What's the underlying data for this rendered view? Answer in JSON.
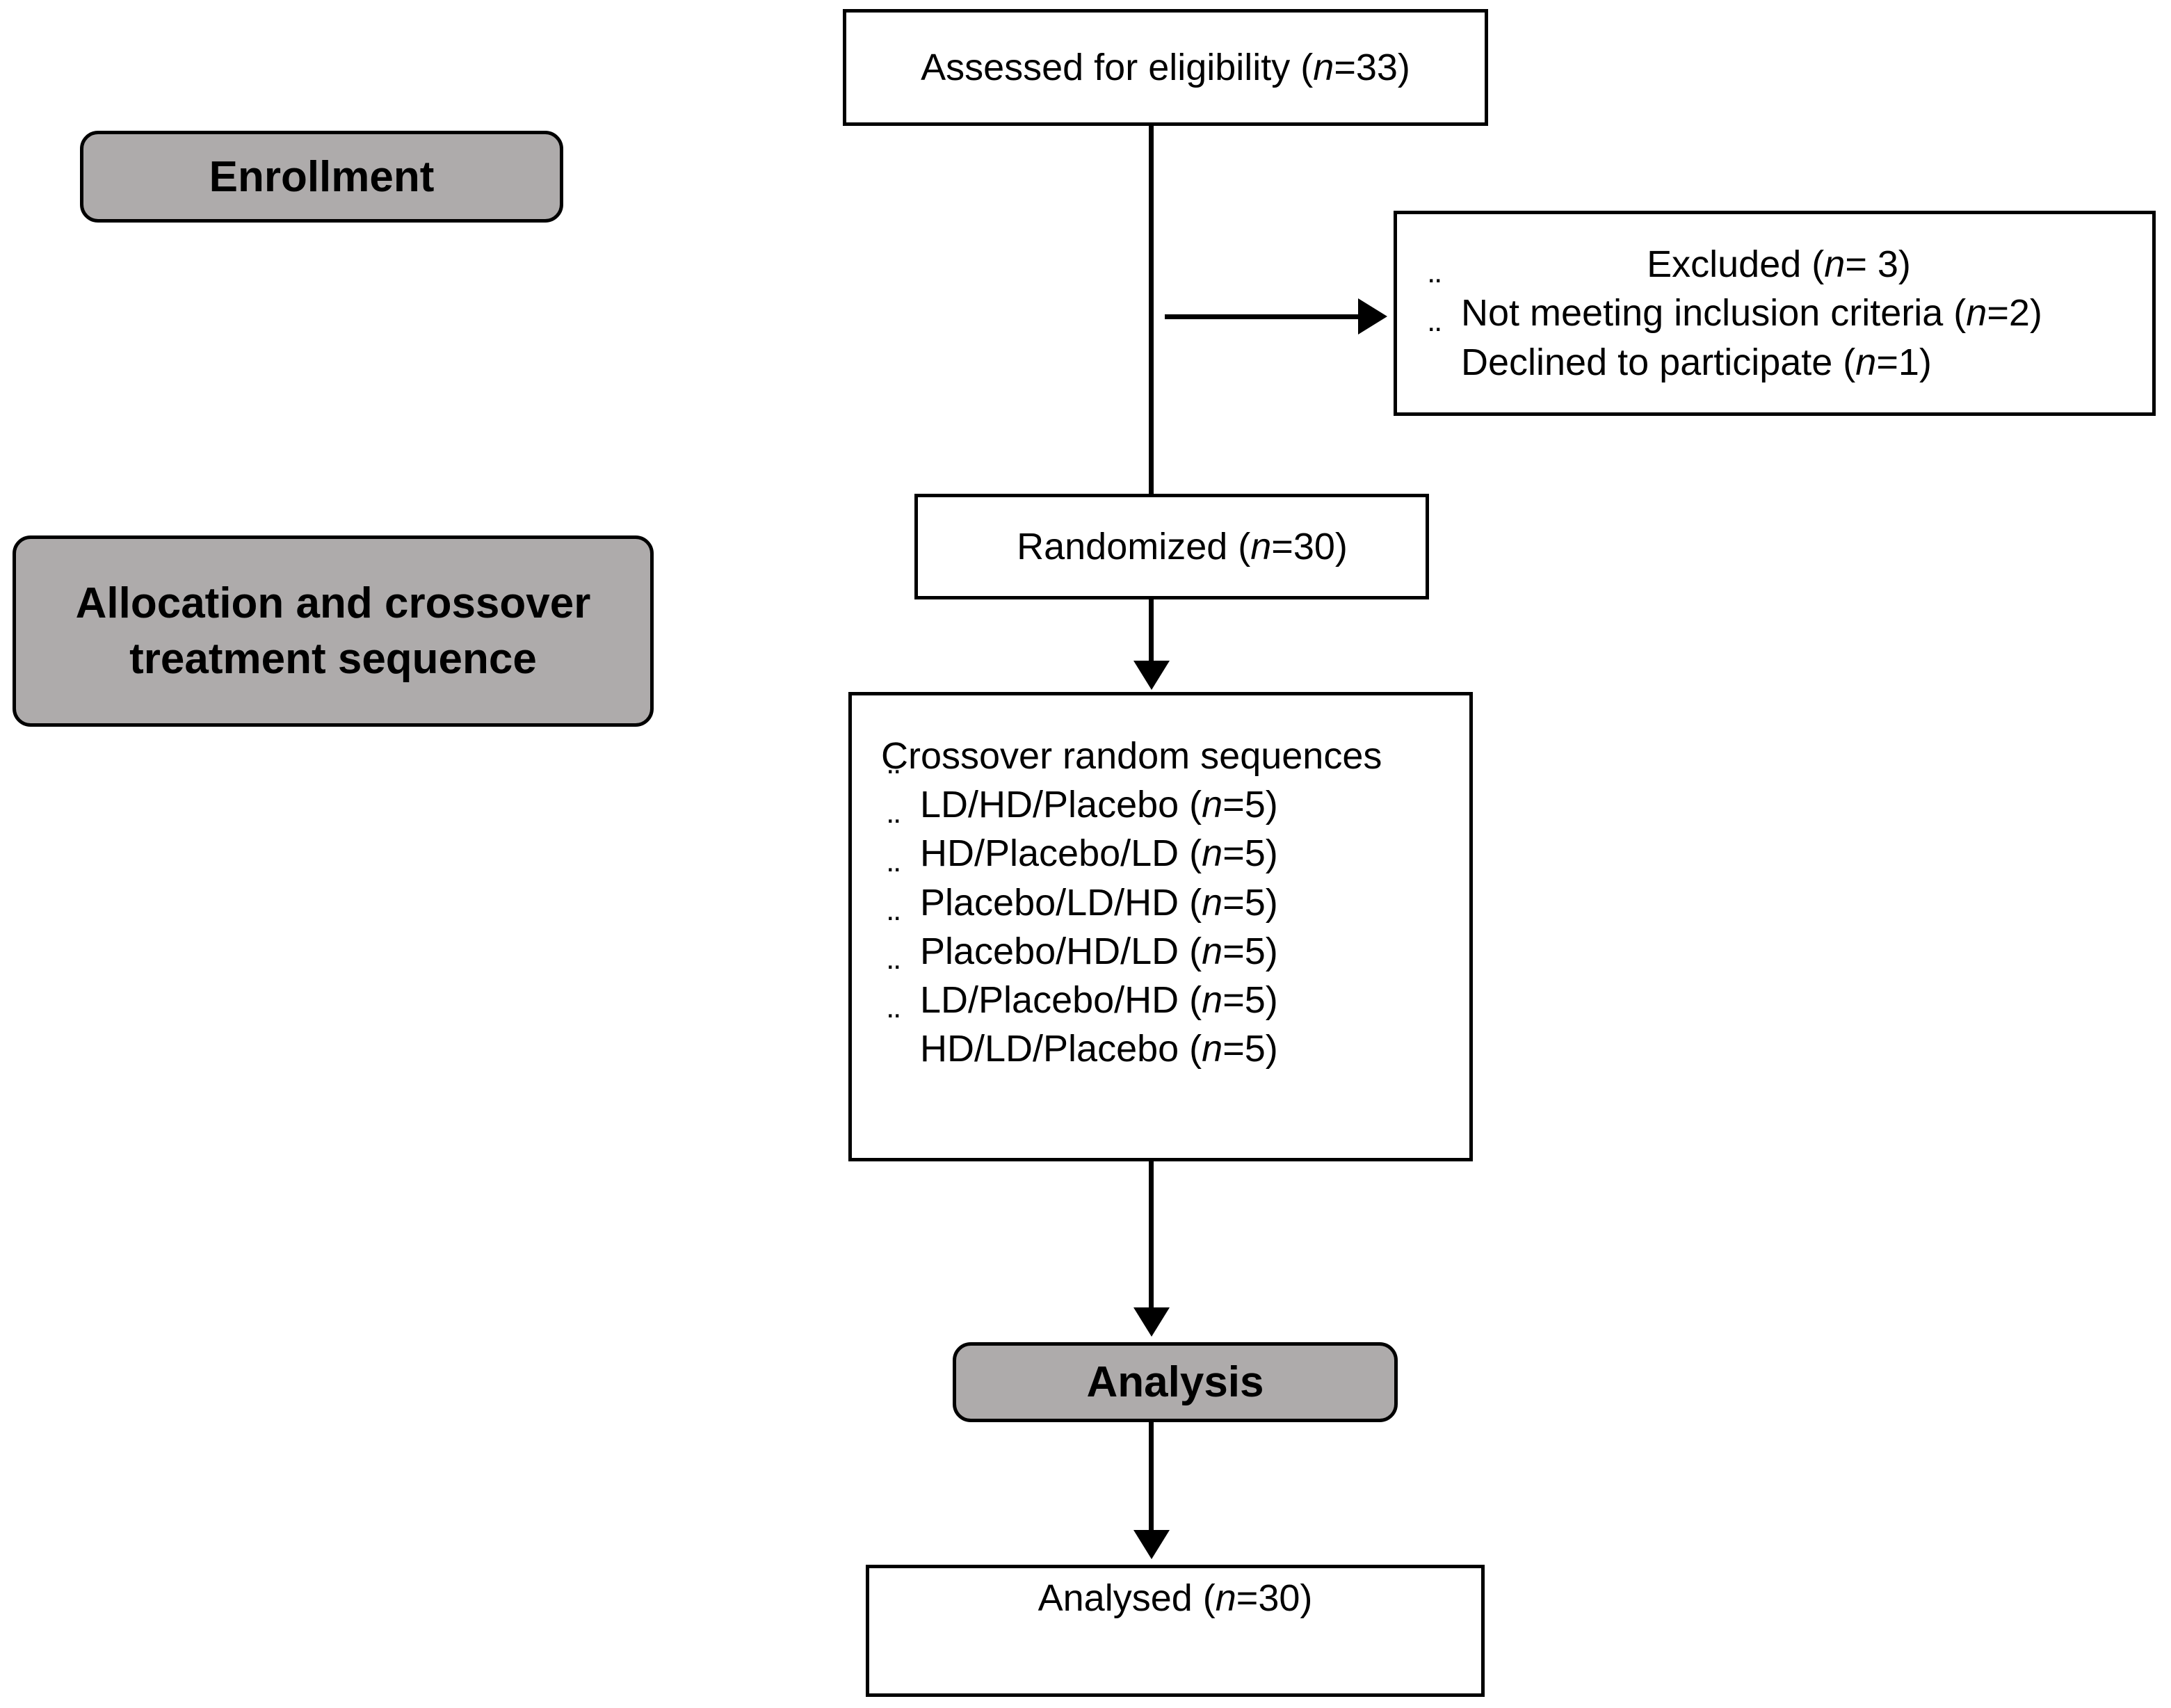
{
  "diagram": {
    "title": "CONSORT participant flow diagram",
    "colors": {
      "stage_fill": "#aeabab",
      "border": "#000000",
      "box_fill": "#ffffff",
      "text": "#000000"
    },
    "bullet_glyph": "¨"
  },
  "stages": {
    "enrollment": "Enrollment",
    "allocation_line1": "Allocation and crossover",
    "allocation_line2": "treatment sequence",
    "analysis": "Analysis"
  },
  "nodes": {
    "assessed": {
      "text_prefix": "Assessed for eligibility (",
      "n_italic": "n",
      "text_suffix": "=33)",
      "full_text": "Assessed for eligibility (n=33)",
      "count": 33
    },
    "excluded": {
      "heading_prefix": "Excluded (",
      "heading_n": "n",
      "heading_suffix": "= 3)",
      "heading_full": "Excluded (n= 3)",
      "count": 3,
      "reasons": [
        {
          "label": "Not meeting inclusion criteria (",
          "n_italic": "n",
          "value": "=2)",
          "full_text": "Not meeting inclusion criteria (n=2)",
          "count": 2
        },
        {
          "label": "Declined to participate (",
          "n_italic": "n",
          "value": "=1)",
          "full_text": "Declined to participate (n=1)",
          "count": 1
        }
      ]
    },
    "randomized": {
      "text_prefix": "Randomized  (",
      "n_italic": "n",
      "text_suffix": "=30)",
      "full_text": "Randomized (n=30)",
      "count": 30
    },
    "crossover": {
      "heading": "Crossover random sequences",
      "sequences": [
        {
          "label": "LD/HD/Placebo (",
          "n_italic": "n",
          "value": "=5)",
          "full_text": "LD/HD/Placebo (n=5)",
          "count": 5
        },
        {
          "label": "HD/Placebo/LD (",
          "n_italic": "n",
          "value": "=5)",
          "full_text": "HD/Placebo/LD (n=5)",
          "count": 5
        },
        {
          "label": "Placebo/LD/HD (",
          "n_italic": "n",
          "value": "=5)",
          "full_text": "Placebo/LD/HD (n=5)",
          "count": 5
        },
        {
          "label": "Placebo/HD/LD (",
          "n_italic": "n",
          "value": "=5)",
          "full_text": "Placebo/HD/LD (n=5)",
          "count": 5
        },
        {
          "label": "LD/Placebo/HD (",
          "n_italic": "n",
          "value": "=5)",
          "full_text": "LD/Placebo/HD (n=5)",
          "count": 5
        },
        {
          "label": "HD/LD/Placebo (",
          "n_italic": "n",
          "value": "=5)",
          "full_text": "HD/LD/Placebo (n=5)",
          "count": 5
        }
      ]
    },
    "analysed": {
      "text_prefix": "Analysed (",
      "n_italic": "n",
      "text_suffix": "=30)",
      "full_text": "Analysed (n=30)",
      "count": 30
    }
  }
}
